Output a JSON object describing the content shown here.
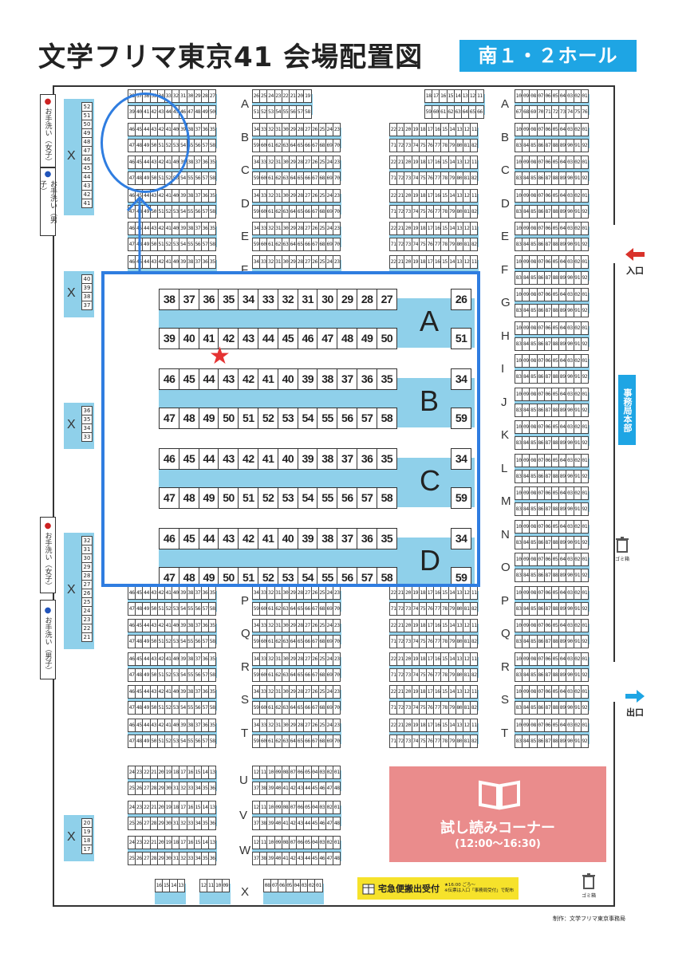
{
  "header": {
    "title": "文学フリマ東京41 会場配置図",
    "hall": "南１・２ホール"
  },
  "walls": {
    "toilet_w": "お手洗い（女子）",
    "toilet_m": "お手洗い（男子）"
  },
  "entrance": "入口",
  "exit": "出口",
  "info": "事務局本部",
  "trash": "ゴミ箱",
  "reading": {
    "title": "試し読みコーナー",
    "hours": "(12:00〜16:30)"
  },
  "delivery": {
    "label": "宅急便搬出受付",
    "note1": "★16:00 ごろ〜",
    "note2": "※伝票は入口「事務局受付」で配布"
  },
  "credit": "制作：文学フリマ東京事務局",
  "x_blocks": [
    {
      "label": "X",
      "nums": [
        "52",
        "51",
        "50",
        "49",
        "48",
        "47",
        "46",
        "45",
        "44",
        "43",
        "42",
        "41"
      ]
    },
    {
      "label": "X",
      "nums": [
        "40",
        "39",
        "38",
        "37"
      ]
    },
    {
      "label": "X",
      "nums": [
        "36",
        "35",
        "34",
        "33"
      ]
    },
    {
      "label": "X",
      "nums": [
        "32",
        "31",
        "30",
        "29",
        "28",
        "27",
        "26",
        "25",
        "24",
        "23",
        "22",
        "21"
      ]
    },
    {
      "label": "X",
      "nums": [
        "20",
        "19",
        "18",
        "17"
      ]
    }
  ],
  "zoom": {
    "rows": [
      {
        "label": "A",
        "top": [
          "38",
          "37",
          "36",
          "35",
          "34",
          "33",
          "32",
          "31",
          "30",
          "29",
          "28",
          "27"
        ],
        "bottom": [
          "39",
          "40",
          "41",
          "42",
          "43",
          "44",
          "45",
          "46",
          "47",
          "48",
          "49",
          "50"
        ],
        "right_top": "26",
        "right_bottom": "51"
      },
      {
        "label": "B",
        "top": [
          "46",
          "45",
          "44",
          "43",
          "42",
          "41",
          "40",
          "39",
          "38",
          "37",
          "36",
          "35"
        ],
        "bottom": [
          "47",
          "48",
          "49",
          "50",
          "51",
          "52",
          "53",
          "54",
          "55",
          "56",
          "57",
          "58"
        ],
        "right_top": "34",
        "right_bottom": "59"
      },
      {
        "label": "C",
        "top": [
          "46",
          "45",
          "44",
          "43",
          "42",
          "41",
          "40",
          "39",
          "38",
          "37",
          "36",
          "35"
        ],
        "bottom": [
          "47",
          "48",
          "49",
          "50",
          "51",
          "52",
          "53",
          "54",
          "55",
          "56",
          "57",
          "58"
        ],
        "right_top": "34",
        "right_bottom": "59"
      },
      {
        "label": "D",
        "top": [
          "46",
          "45",
          "44",
          "43",
          "42",
          "41",
          "40",
          "39",
          "38",
          "37",
          "36",
          "35"
        ],
        "bottom": [
          "47",
          "48",
          "49",
          "50",
          "51",
          "52",
          "53",
          "54",
          "55",
          "56",
          "57",
          "58"
        ],
        "right_top": "34",
        "right_bottom": "59"
      }
    ]
  },
  "row_letters": [
    "A",
    "B",
    "C",
    "D",
    "E",
    "F",
    "G",
    "H",
    "I",
    "J",
    "K",
    "L",
    "M",
    "N",
    "O",
    "P",
    "Q",
    "R",
    "S",
    "T"
  ],
  "lower_letters": [
    "U",
    "V",
    "W",
    "X"
  ]
}
